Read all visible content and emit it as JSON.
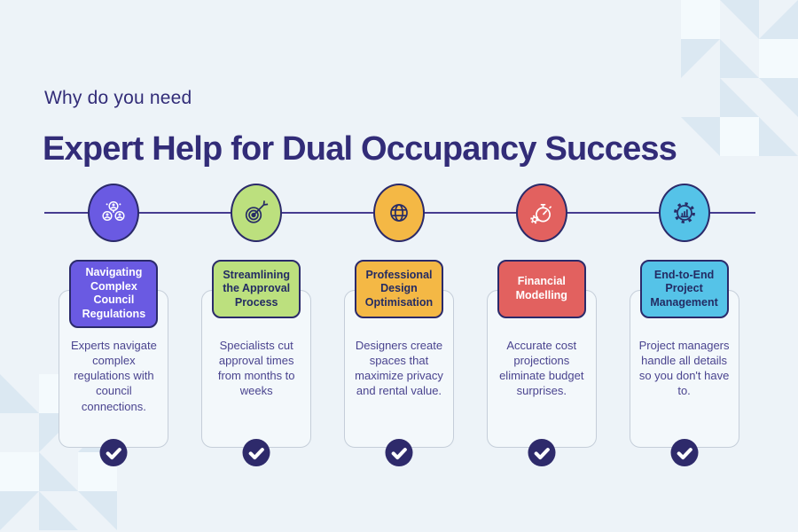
{
  "colors": {
    "background": "#edf3f8",
    "heading": "#322c78",
    "timeline": "#463c90",
    "badge": "#2e2a6b",
    "card_border": "#c5ced9",
    "card_background": "#f3f8fb",
    "body_text": "#4a448f",
    "navy_outline": "#2b2a6a"
  },
  "header": {
    "kicker": "Why do you need",
    "title": "Expert Help for Dual Occupancy Success"
  },
  "columns": [
    {
      "icon": "council-team-icon",
      "accent": "#6a5ae2",
      "label": "Navigating Complex Council Regulations",
      "label_text_color": "#ffffff",
      "description": "Experts navigate complex regulations with council connections."
    },
    {
      "icon": "target-icon",
      "accent": "#bce07e",
      "label": "Streamlining the Approval Process",
      "label_text_color": "#232b63",
      "description": "Specialists cut approval times from months to weeks"
    },
    {
      "icon": "globe-icon",
      "accent": "#f4b845",
      "label": "Professional Design Optimisation",
      "label_text_color": "#232b63",
      "description": "Designers create spaces that maximize privacy and rental value."
    },
    {
      "icon": "stopwatch-gear-icon",
      "accent": "#e2615f",
      "label": "Financial Modelling",
      "label_text_color": "#ffffff",
      "description": "Accurate cost projections eliminate budget surprises."
    },
    {
      "icon": "gear-chart-icon",
      "accent": "#55c3e8",
      "label": "End-to-End Project Management",
      "label_text_color": "#232b63",
      "description": "Project managers handle all details so you don't have to."
    }
  ],
  "badge": {
    "icon": "check-icon"
  }
}
